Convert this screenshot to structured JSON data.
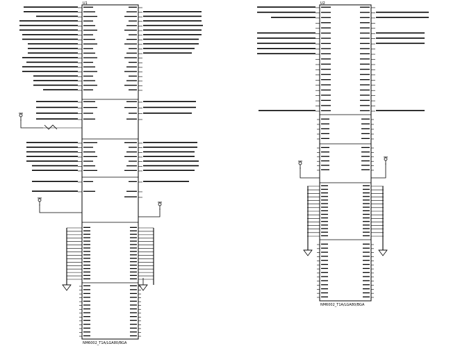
{
  "left_part": {
    "ref": "U1",
    "footer": "NM6002_T1A/LGA80/BGA"
  },
  "right_part": {
    "ref": "U2",
    "footer": "NM6002_T1A/LGA80/BGA"
  },
  "colors": {
    "ink": "#000000",
    "paper": "#ffffff"
  },
  "symbols": [
    "ground-symbol",
    "power-flag-symbol"
  ]
}
